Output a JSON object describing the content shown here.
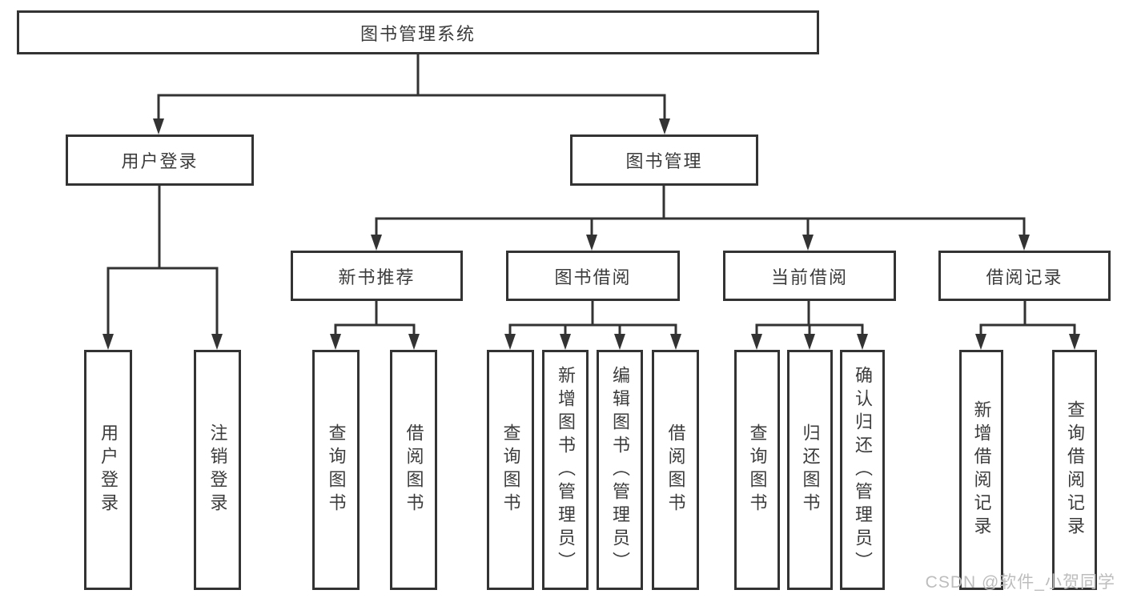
{
  "tree": {
    "root": {
      "label": "图书管理系统"
    },
    "user_login": {
      "label": "用户登录",
      "children": [
        {
          "label": "用户登录"
        },
        {
          "label": "注销登录"
        }
      ]
    },
    "book_management": {
      "label": "图书管理",
      "modules": [
        {
          "label": "新书推荐",
          "children": [
            {
              "label": "查询图书"
            },
            {
              "label": "借阅图书"
            }
          ]
        },
        {
          "label": "图书借阅",
          "children": [
            {
              "label": "查询图书"
            },
            {
              "label": "新增图书（管理员）"
            },
            {
              "label": "编辑图书（管理员）"
            },
            {
              "label": "借阅图书"
            }
          ]
        },
        {
          "label": "当前借阅",
          "children": [
            {
              "label": "查询图书"
            },
            {
              "label": "归还图书"
            },
            {
              "label": "确认归还（管理员）"
            }
          ]
        },
        {
          "label": "借阅记录",
          "children": [
            {
              "label": "新增借阅记录"
            },
            {
              "label": "查询借阅记录"
            }
          ]
        }
      ]
    }
  },
  "watermark": {
    "text": "CSDN @软件_小贺同学"
  },
  "colors": {
    "line": "#333333",
    "text": "#3c3c3c",
    "box_background": "#ffffff",
    "page_background": "#ffffff",
    "watermark": "#bdbdbd"
  }
}
